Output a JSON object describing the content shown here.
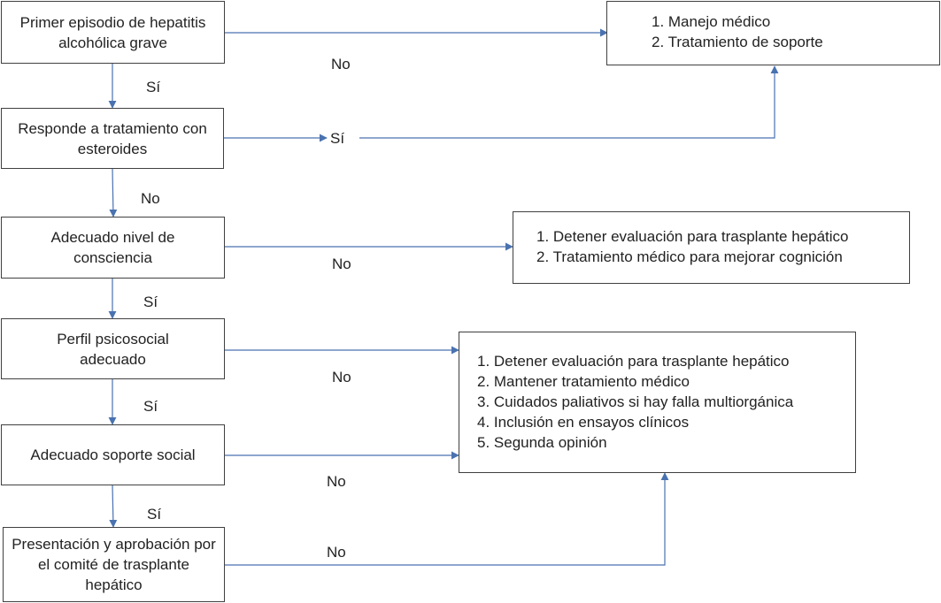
{
  "nodes": [
    {
      "id": "n1",
      "text": "Primer episodio de hepatitis alcohólica grave"
    },
    {
      "id": "n2",
      "text": "Responde a tratamiento con esteroides"
    },
    {
      "id": "n3",
      "text": "Adecuado nivel de consciencia"
    },
    {
      "id": "n4",
      "text": "Perfil psicosocial adecuado"
    },
    {
      "id": "n5",
      "text": "Adecuado soporte social"
    },
    {
      "id": "n6",
      "text": "Presentación y aprobación por el comité de trasplante hepático"
    }
  ],
  "outcomes": [
    {
      "id": "o1",
      "items": [
        "1. Manejo médico",
        "2. Tratamiento de soporte"
      ]
    },
    {
      "id": "o2",
      "items": [
        "1. Detener evaluación para trasplante hepático",
        "2. Tratamiento médico para mejorar cognición"
      ]
    },
    {
      "id": "o3",
      "items": [
        "1. Detener evaluación para trasplante hepático",
        "2. Mantener tratamiento médico",
        "3. Cuidados paliativos si hay falla multiorgánica",
        "4. Inclusión en ensayos clínicos",
        "5. Segunda opinión"
      ]
    }
  ],
  "labels": {
    "yes": "Sí",
    "no": "No"
  },
  "colors": {
    "connector": "#4a72b0",
    "border": "#404040",
    "text": "#222222"
  }
}
